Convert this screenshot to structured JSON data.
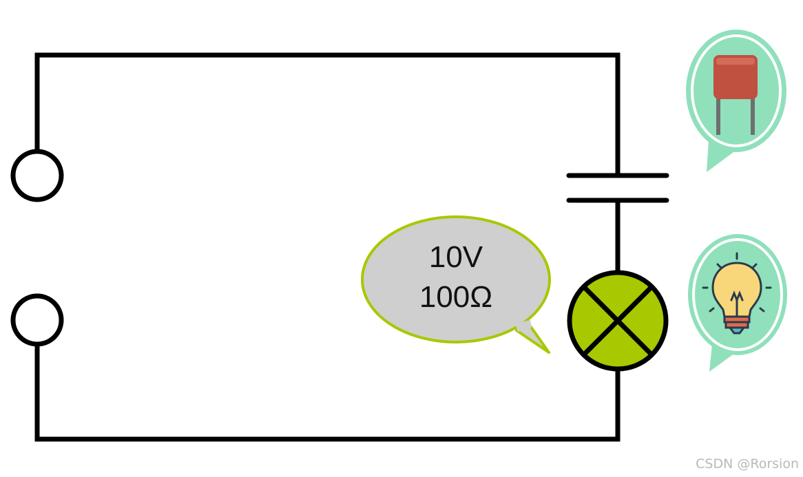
{
  "callout": {
    "voltage": "10V",
    "resistance": "100Ω"
  },
  "watermark": "CSDN @Rorsion",
  "colors": {
    "wire": "#000000",
    "lamp_fill": "#a8c800",
    "callout_fill": "#cfcfcf",
    "callout_border": "#a8c800",
    "badge_fill": "#8fe0bb",
    "capacitor_body": "#c0503f",
    "bulb_fill": "#f7d77a"
  },
  "icons": [
    "capacitor-icon",
    "light-bulb-icon"
  ]
}
